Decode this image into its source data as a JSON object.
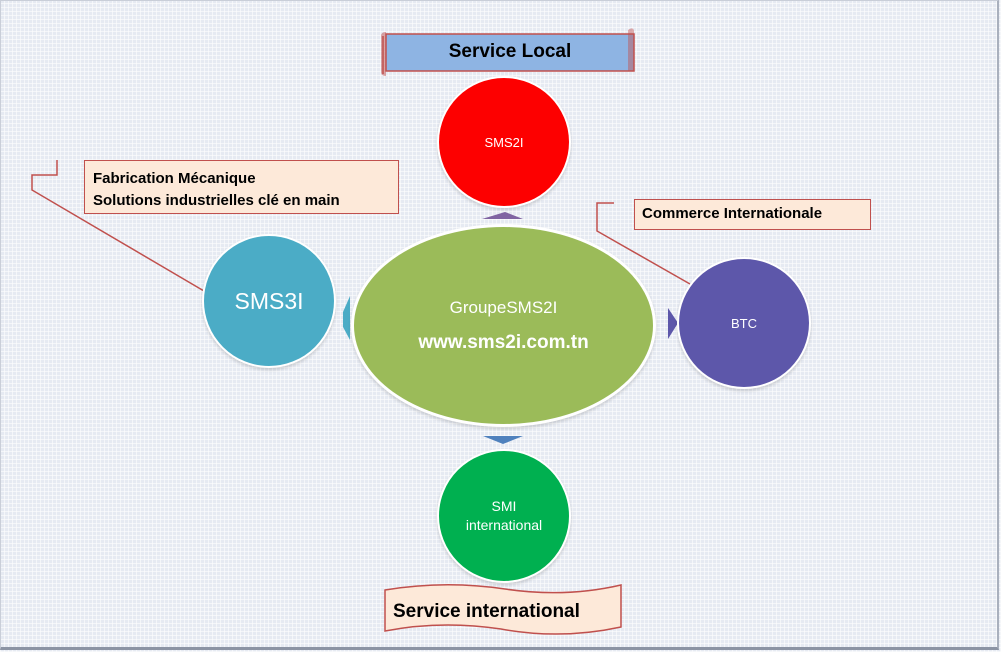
{
  "banners": {
    "top": "Service Local",
    "bottom": "Service international"
  },
  "center": {
    "name": "GroupeSMS2I",
    "url": "www.sms2i.com.tn"
  },
  "nodes": {
    "top": "SMS2I",
    "left": "SMS3I",
    "right": "BTC",
    "bottom_line1": "SMI",
    "bottom_line2": "international"
  },
  "callouts": {
    "left_line1": "Fabrication Mécanique",
    "left_line2": "Solutions industrielles clé en main",
    "right": "Commerce Internationale"
  },
  "colors": {
    "top_node": "#fd0000",
    "left_node": "#4bacc6",
    "right_node": "#5d57aa",
    "bottom_node": "#00b050",
    "center_node": "#9bbb59",
    "callout_fill": "#fde9d9",
    "callout_border": "#c0504d",
    "banner_top_fill": "#8eb4e3"
  }
}
